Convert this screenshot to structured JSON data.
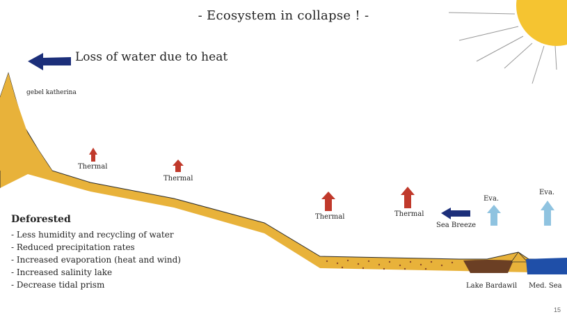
{
  "title": "- Ecosystem in collapse ! -",
  "heat_loss": {
    "label": "Loss of water due to heat",
    "icon": "left-arrow-icon",
    "color": "#1c2f7a"
  },
  "peak": {
    "label": "gebel katherina"
  },
  "thermals": [
    {
      "label": "Thermal"
    },
    {
      "label": "Thermal"
    },
    {
      "label": "Thermal"
    },
    {
      "label": "Thermal"
    }
  ],
  "sea_breeze": {
    "label": "Sea Breeze",
    "color": "#1c2f7a"
  },
  "evaporation": [
    {
      "label": "Eva."
    },
    {
      "label": "Eva."
    }
  ],
  "lake": {
    "label": "Lake Bardawil"
  },
  "sea": {
    "label": "Med. Sea"
  },
  "deforested": {
    "title": "Deforested",
    "items": [
      "- Less humidity and recycling of water",
      "- Reduced precipitation rates",
      "- Increased evaporation (heat and wind)",
      "- Increased salinity lake",
      "- Decrease tidal prism"
    ]
  },
  "page_number": "15",
  "colors": {
    "land": "#e8b23a",
    "land_edge": "#2b2b2b",
    "thermal": "#c0392b",
    "evaporation": "#8fc3e0",
    "lake": "#6b3f24",
    "sea": "#1f4fa8",
    "sun": "#f5c431"
  }
}
